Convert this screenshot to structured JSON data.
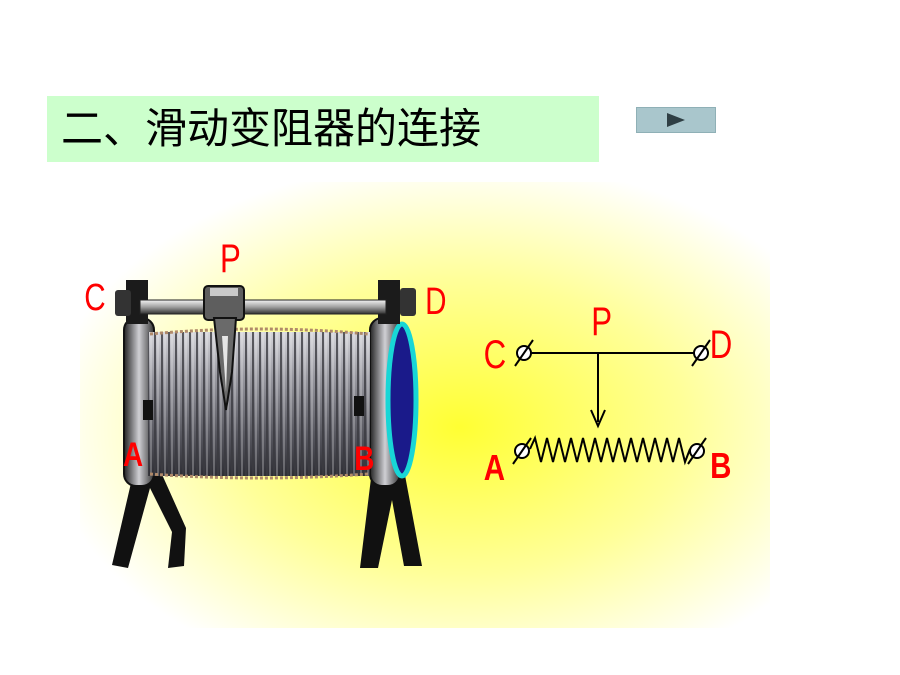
{
  "slide": {
    "title": "二、滑动变阻器的连接",
    "play_button": {
      "icon": "play-icon"
    }
  },
  "device": {
    "labels": {
      "c": "C",
      "d": "D",
      "p": "P",
      "a": "A",
      "b": "B"
    }
  },
  "schematic": {
    "labels": {
      "c": "C",
      "d": "D",
      "p": "P",
      "a": "A",
      "b": "B"
    }
  },
  "colors": {
    "title_bg": "#ccffcc",
    "terminal_label": "#ff0000",
    "button_bg": "#a9c6cc",
    "glow": "#ffff66"
  }
}
